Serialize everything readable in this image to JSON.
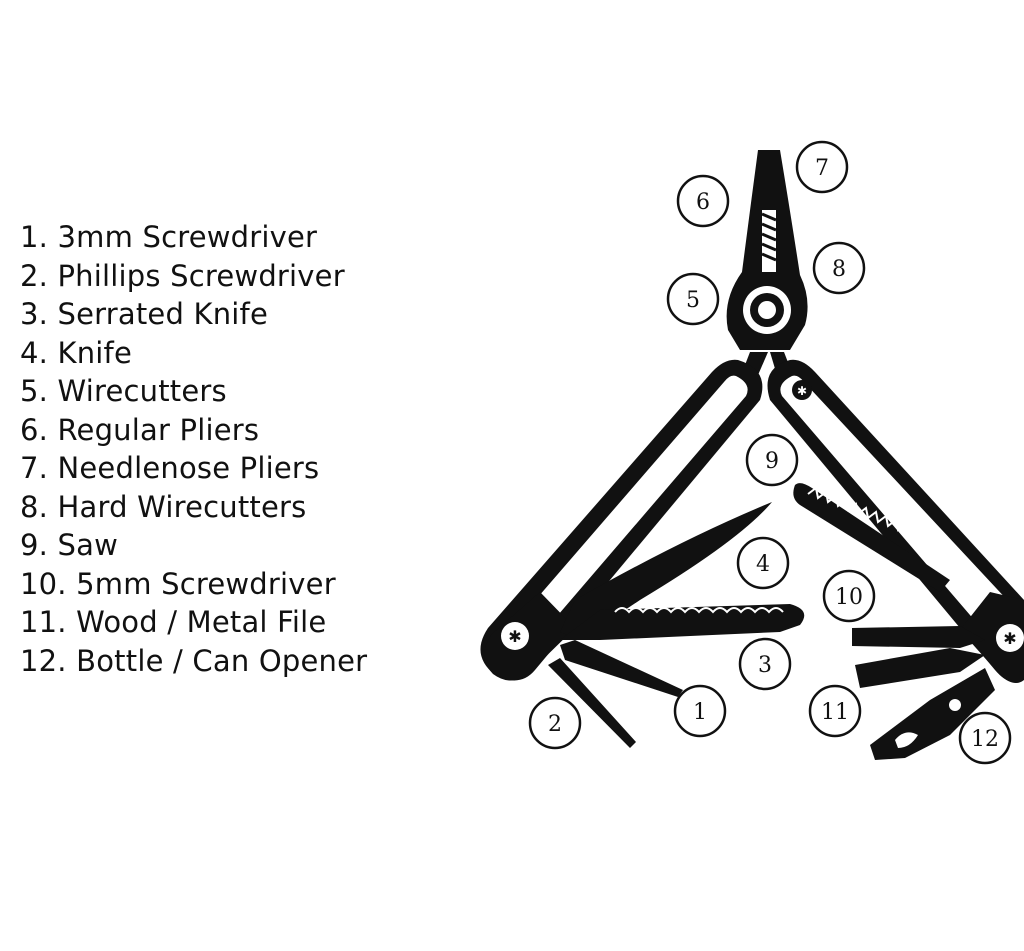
{
  "legend": {
    "items": [
      "1. 3mm Screwdriver",
      "2. Phillips Screwdriver",
      "3. Serrated Knife",
      "4. Knife",
      "5. Wirecutters",
      "6. Regular Pliers",
      "7. Needlenose Pliers",
      "8. Hard Wirecutters",
      "9. Saw",
      "10. 5mm Screwdriver",
      "11. Wood / Metal File",
      "12. Bottle / Can Opener"
    ]
  },
  "callouts": [
    "1",
    "2",
    "3",
    "4",
    "5",
    "6",
    "7",
    "8",
    "9",
    "10",
    "11",
    "12"
  ],
  "colors": {
    "ink": "#111111",
    "background": "#ffffff"
  }
}
